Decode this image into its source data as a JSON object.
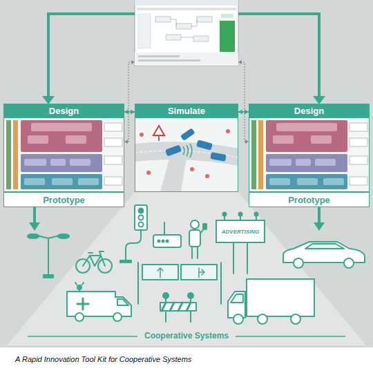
{
  "diagram": {
    "caption": "A Rapid Innovation Tool Kit for Cooperative Systems",
    "nodes": [
      {
        "text": [
          "Design"
        ]
      },
      {
        "text": [
          "Simulate"
        ]
      },
      {
        "text": [
          "Design"
        ]
      },
      {
        "text": [
          "Prototype"
        ]
      },
      {
        "text": [
          "Prototype"
        ]
      },
      {
        "text": [
          "ADVERTISING"
        ]
      }
    ],
    "edges": [
      {
        "from": 0,
        "to": 1,
        "arrow": "both"
      },
      {
        "from": 1,
        "to": 2,
        "arrow": "both"
      }
    ],
    "labels": [
      "Cooperative Systems"
    ]
  }
}
